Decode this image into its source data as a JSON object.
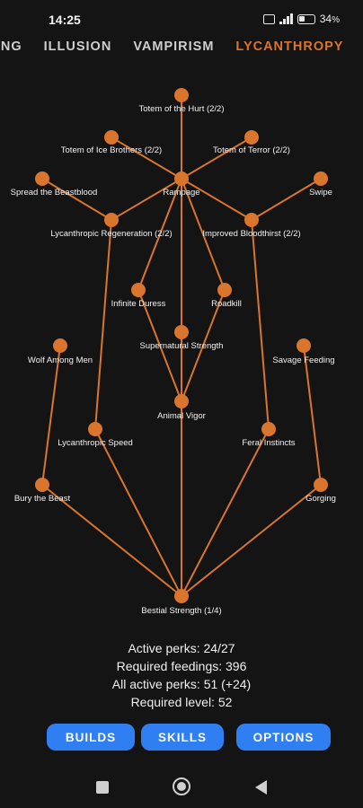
{
  "status_bar": {
    "time": "14:25",
    "battery": "34",
    "battery_suffix": "%",
    "icons": [
      "sim-icon",
      "signal-icon",
      "battery-icon"
    ]
  },
  "tabs": [
    {
      "label": "TING"
    },
    {
      "label": "ILLUSION"
    },
    {
      "label": "VAMPIRISM"
    },
    {
      "label": "LYCANTHROPY",
      "active": true
    }
  ],
  "perks": [
    {
      "label": "Totem of the Hurt (2/2)"
    },
    {
      "label": "Totem of Ice Brothers (2/2)"
    },
    {
      "label": "Totem of Terror (2/2)"
    },
    {
      "label": "Spread the Beastblood"
    },
    {
      "label": "Rampage"
    },
    {
      "label": "Swipe"
    },
    {
      "label": "Lycanthropic Regeneration (2/2)"
    },
    {
      "label": "Improved Bloodthirst (2/2)"
    },
    {
      "label": "Infinite Duress"
    },
    {
      "label": "Roadkill"
    },
    {
      "label": "Supernatural Strength"
    },
    {
      "label": "Wolf Among Men"
    },
    {
      "label": "Savage Feeding"
    },
    {
      "label": "Animal Vigor"
    },
    {
      "label": "Lycanthropic Speed"
    },
    {
      "label": "Feral Instincts"
    },
    {
      "label": "Bury the Beast"
    },
    {
      "label": "Gorging"
    },
    {
      "label": "Bestial Strength (1/4)"
    }
  ],
  "stats": {
    "active_perks": "Active perks: 24/27",
    "required_feedings": "Required feedings: 396",
    "all_active_perks": "All active perks: 51 (+24)",
    "required_level": "Required level: 52"
  },
  "buttons": {
    "builds": "BUILDS",
    "skills": "SKILLS",
    "options": "OPTIONS"
  },
  "colors": {
    "accent": "#d9752c",
    "button": "#2f7ff2",
    "background": "#141414"
  }
}
